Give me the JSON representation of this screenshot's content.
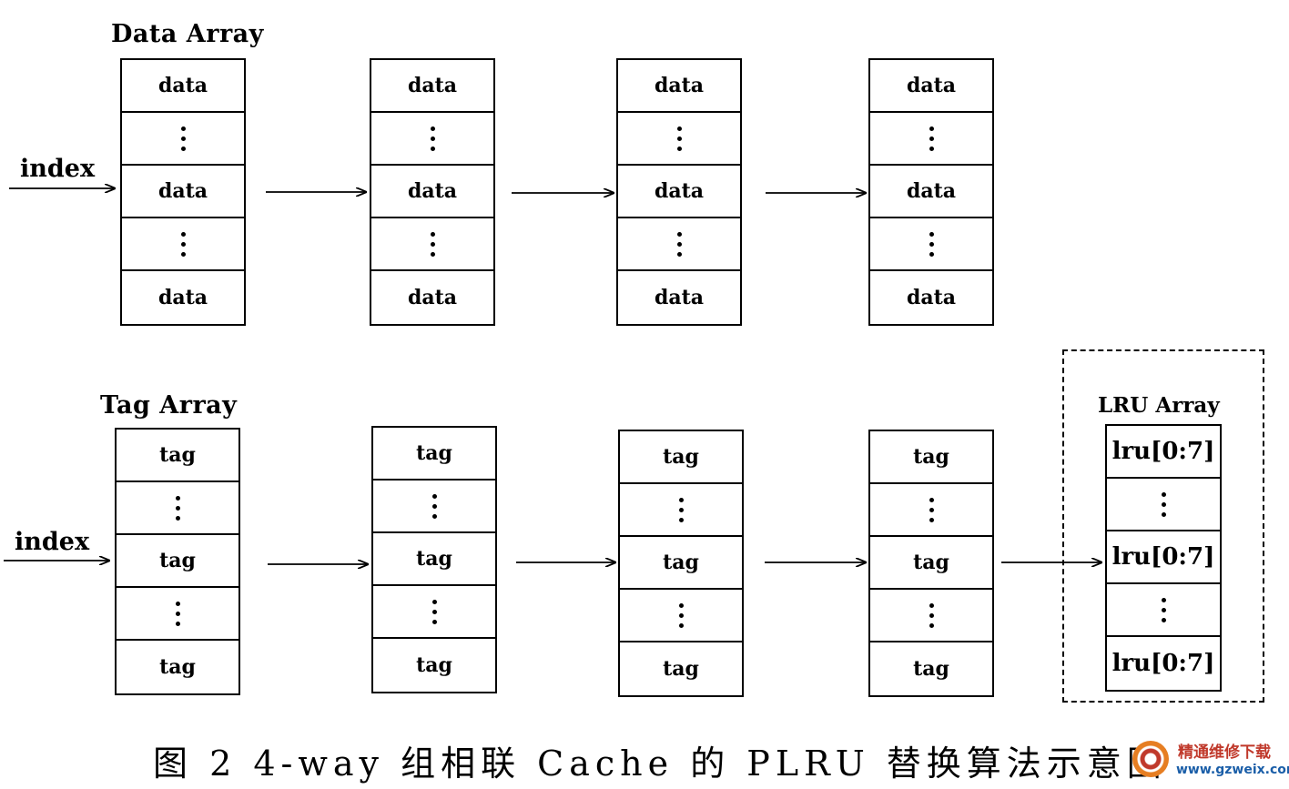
{
  "data_array": {
    "title": "Data Array",
    "index_label": "index",
    "cell_label": "data"
  },
  "tag_array": {
    "title": "Tag Array",
    "index_label": "index",
    "cell_label": "tag"
  },
  "lru_array": {
    "title": "LRU Array",
    "cell_label": "lru[0:7]"
  },
  "caption": "图 2  4-way 组相联 Cache 的 PLRU 替换算法示意图",
  "watermark": {
    "text": "精通维修下载",
    "url": "www.gzweix.com"
  }
}
